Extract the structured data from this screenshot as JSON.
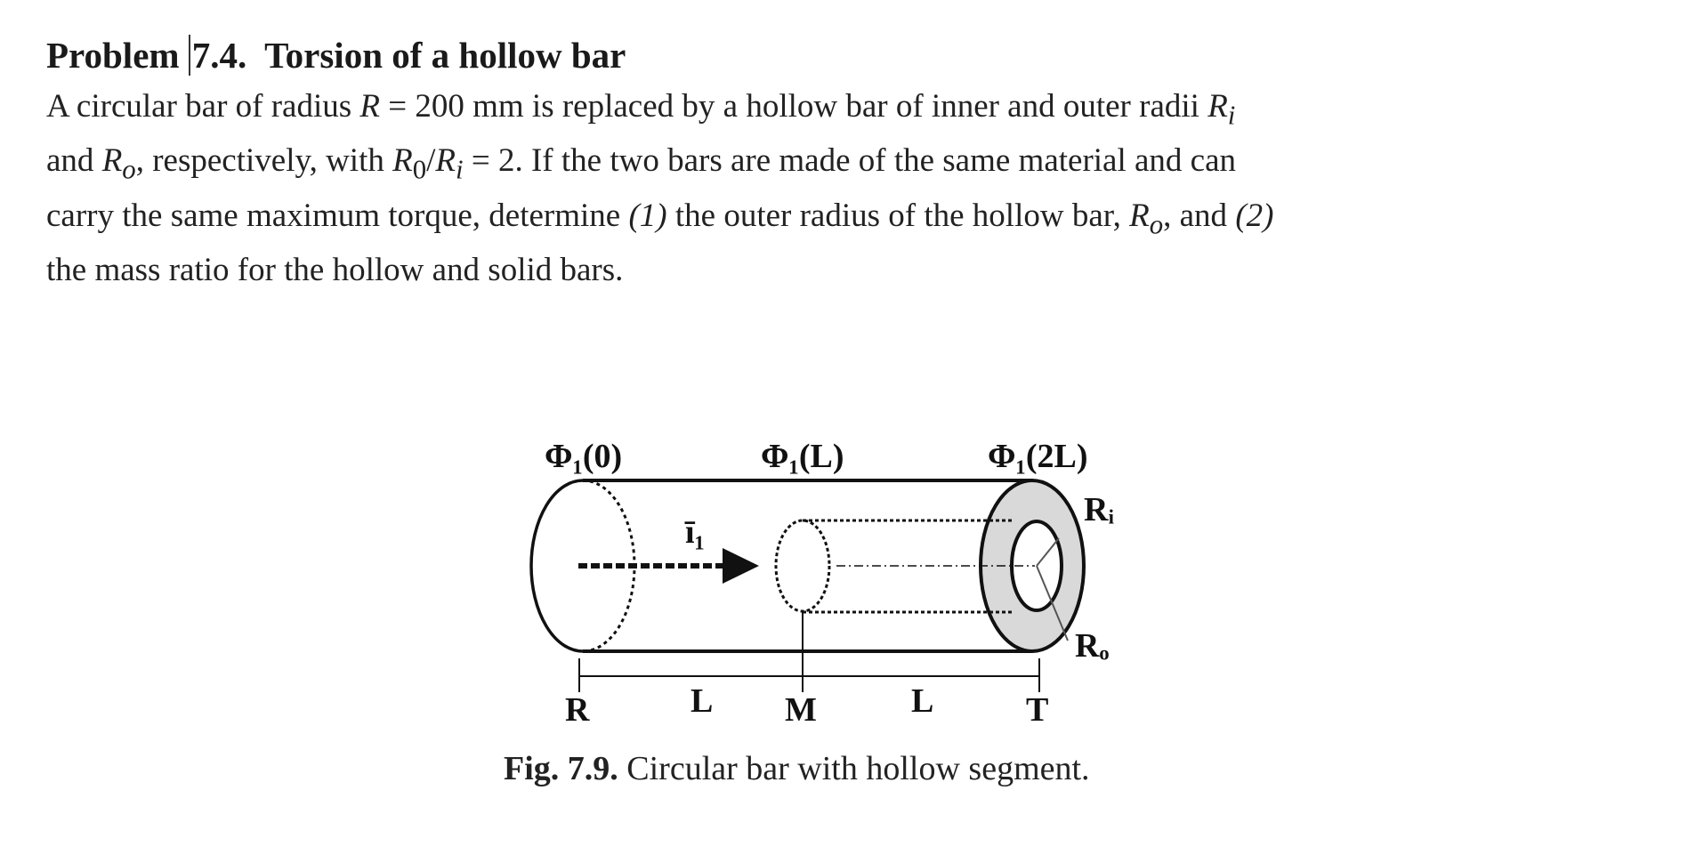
{
  "problem": {
    "label": "Problem",
    "number": "7.4.",
    "title": "Torsion of a hollow bar",
    "lines": [
      "A circular bar of radius R = 200 mm is replaced by a hollow bar of inner and outer radii R",
      "and R , respectively, with R /R = 2. If the two bars are made of the same material and can",
      "carry the same maximum torque, determine (1) the outer radius of the hollow bar, R , and (2)",
      "the mass ratio for the hollow and solid bars."
    ],
    "line1_pre": "A circular bar of radius ",
    "line1_R": "R",
    "line1_mid": " = 200 mm is replaced by a hollow bar of inner and outer radii ",
    "line1_Ri": "R",
    "line1_Ri_sub": "i",
    "line2_pre": "and ",
    "line2_Ro": "R",
    "line2_Ro_sub": "o",
    "line2_mid": ", respectively, with ",
    "line2_R0": "R",
    "line2_R0_sub": "0",
    "line2_slash": "/",
    "line2_Ri": "R",
    "line2_Ri_sub": "i",
    "line2_post": " = 2. If the two bars are made of the same material and can",
    "line3_pre": "carry the same maximum torque, determine ",
    "line3_1": "(1)",
    "line3_mid": " the outer radius of the hollow bar, ",
    "line3_Ro": "R",
    "line3_Ro_sub": "o",
    "line3_and": ", and ",
    "line3_2": "(2)",
    "line4": "the mass ratio for the hollow and solid bars."
  },
  "figure": {
    "labels": {
      "phi0": "Φ₁(0)",
      "phiL": "Φ₁(L)",
      "phi2L": "Φ₁(2L)",
      "i1": "ī₁",
      "Ri": "Rᵢ",
      "Ro": "Rₒ",
      "R": "R",
      "L1": "L",
      "M": "M",
      "L2": "L",
      "T": "T"
    },
    "caption_bold": "Fig. 7.9.",
    "caption_text": " Circular bar with hollow segment."
  }
}
